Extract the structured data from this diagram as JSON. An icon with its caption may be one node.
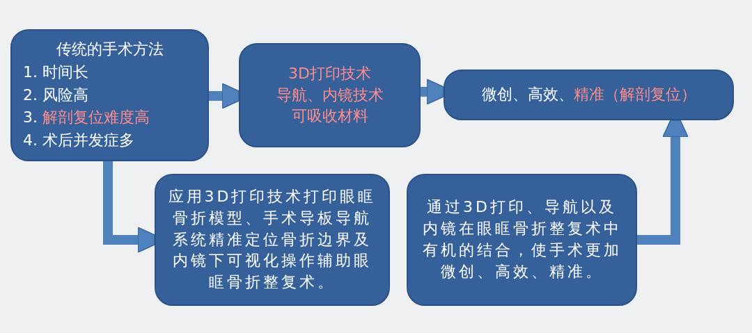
{
  "diagram": {
    "nodes": [
      {
        "text": [
          "传统的手术方法",
          "1. 时间长",
          "2. 风险高",
          "3. *解剖复位难度高*",
          "4. 术后并发症多"
        ]
      },
      {
        "text": [
          "3D打印技术",
          "导航、内镜技术",
          "可吸收材料"
        ]
      },
      {
        "text": [
          "微创、高效、*精准（解剖复位）*"
        ]
      },
      {
        "text": [
          "应用3D打印技术打印眼眶骨折模型、手术导板导航系统精准定位骨折边界及内镜下可视化操作辅助眼眶骨折整复术。"
        ]
      },
      {
        "text": [
          "通过3D打印、导航以及内镜在眼眶骨折整复术中有机的结合，使手术更加微创、高效、精准。"
        ]
      }
    ],
    "edges": [
      {
        "from": 0,
        "to": 1,
        "arrow": "to"
      },
      {
        "from": 1,
        "to": 2,
        "arrow": "to"
      },
      {
        "from": 0,
        "to": 3,
        "arrow": "to"
      },
      {
        "from": 4,
        "to": 2,
        "arrow": "to"
      }
    ]
  }
}
